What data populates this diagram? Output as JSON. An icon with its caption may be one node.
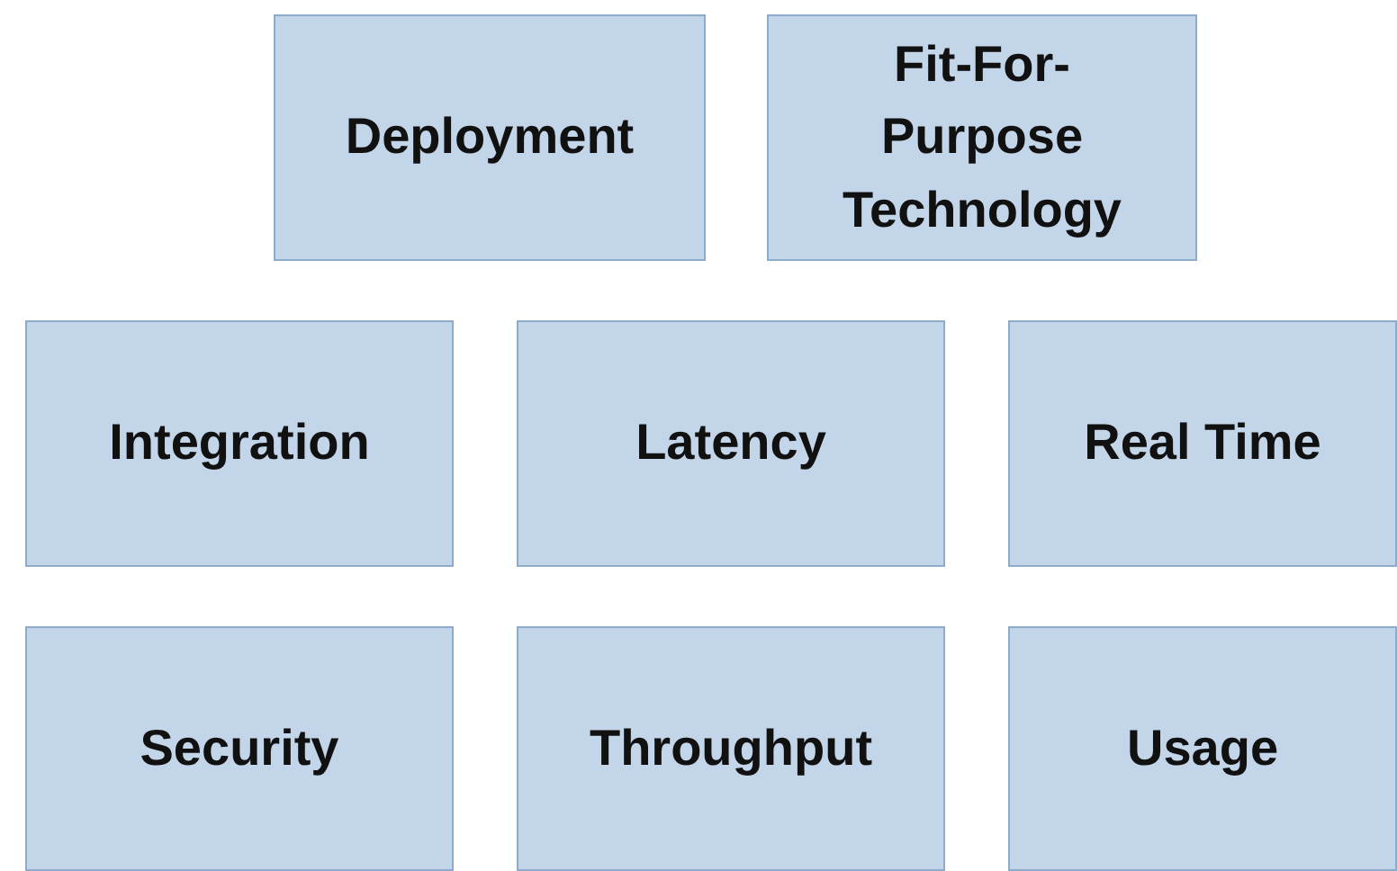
{
  "diagram": {
    "nodes": [
      {
        "text": [
          "Deployment"
        ]
      },
      {
        "text": [
          "Fit-For-Purpose Technology"
        ]
      },
      {
        "text": [
          "Integration"
        ]
      },
      {
        "text": [
          "Latency"
        ]
      },
      {
        "text": [
          "Real Time"
        ]
      },
      {
        "text": [
          "Security"
        ]
      },
      {
        "text": [
          "Throughput"
        ]
      },
      {
        "text": [
          "Usage"
        ]
      }
    ]
  }
}
